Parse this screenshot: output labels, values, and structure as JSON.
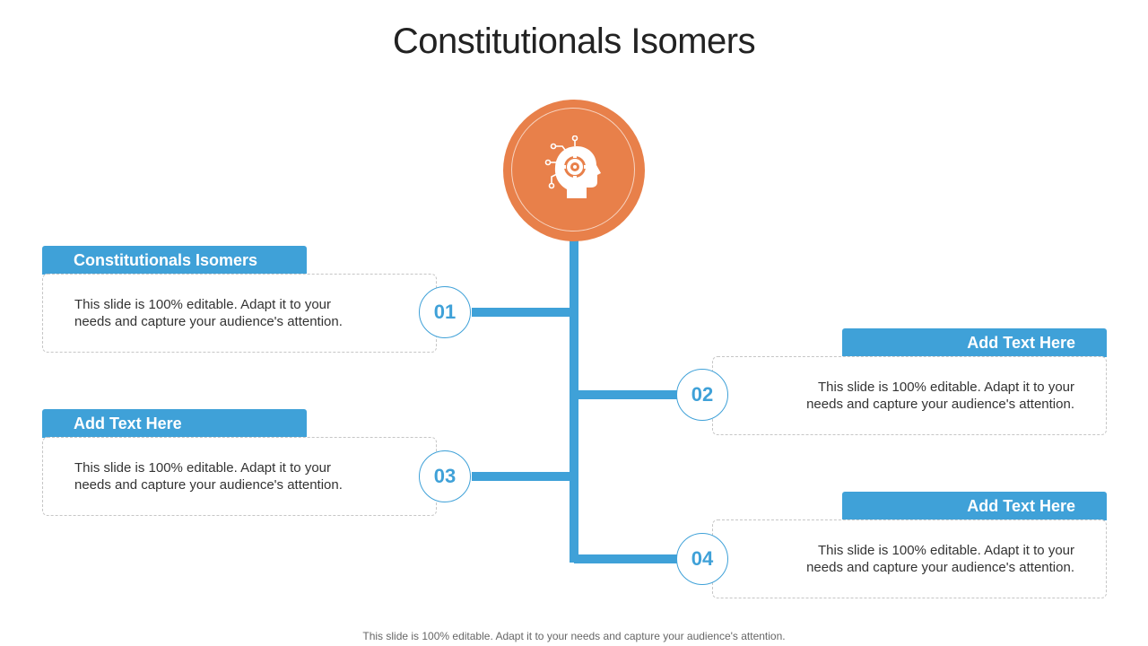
{
  "title": "Constitutionals Isomers",
  "footer": "This slide is 100% editable. Adapt it to your needs and capture your audience's attention.",
  "colors": {
    "accent_blue": "#3FA1D8",
    "hub_orange": "#E8804A",
    "border_gray": "#C6C6C6"
  },
  "hub": {
    "icon": "head-gear-icon"
  },
  "items": [
    {
      "number": "01",
      "heading": "Constitutionals Isomers",
      "text": "This slide is 100% editable. Adapt it to your needs and capture your audience's attention."
    },
    {
      "number": "02",
      "heading": "Add Text Here",
      "text": "This slide is 100% editable. Adapt it to your needs and capture your audience's attention."
    },
    {
      "number": "03",
      "heading": "Add Text Here",
      "text": "This slide is 100% editable. Adapt it to your needs and capture your audience's attention."
    },
    {
      "number": "04",
      "heading": "Add Text Here",
      "text": "This slide is 100% editable. Adapt it to your needs and capture your audience's attention."
    }
  ]
}
